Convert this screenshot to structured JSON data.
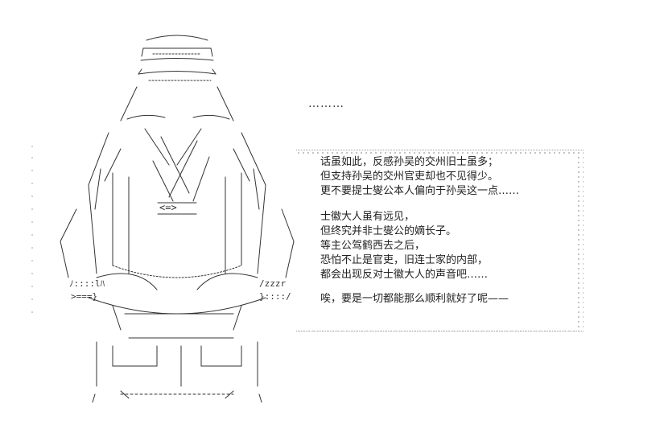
{
  "text": {
    "ellipsis": "………",
    "ascii_labels": {
      "badge": "<=>",
      "left_word": "ﾉ::::lﾊ",
      "left_mark": ">===}",
      "right_word": "/zzzr",
      "right_mark": "}::::/"
    },
    "paragraph1": [
      "话虽如此，反感孙吴的交州旧士虽多；",
      "但支持孙吴的交州官吏却也不见得少。",
      "更不要提士燮公本人偏向于孙吴这一点……"
    ],
    "paragraph2": [
      "士徽大人虽有远见，",
      "但终究并非士燮公的嫡长子。",
      "等主公驾鹤西去之后，",
      "恐怕不止是官吏，旧连士家的内部，",
      "都会出现反对士徽大人的声音吧……"
    ],
    "paragraph3": [
      "唉，要是一切都能那么顺利就好了呢——"
    ]
  },
  "colors": {
    "ink": "#333333",
    "dots": "#9a9a9a",
    "background": "#ffffff"
  }
}
